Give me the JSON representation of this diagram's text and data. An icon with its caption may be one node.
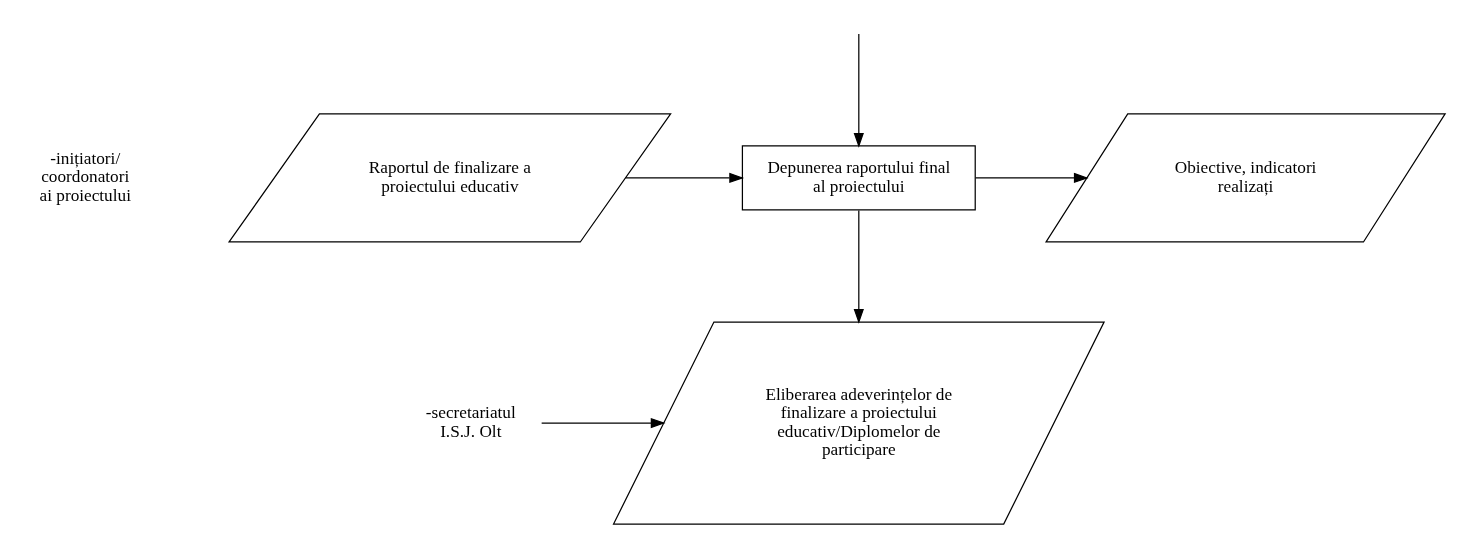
{
  "diagram": {
    "nodes": [
      {
        "text": [
          "Raportul de finalizare a proiectului educativ"
        ]
      },
      {
        "text": [
          "Depunerea raportului final al proiectului"
        ]
      },
      {
        "text": [
          "Obiective, indicatori realizați"
        ]
      },
      {
        "text": [
          "Eliberarea adeverințelor de finalizare a proiectului educativ/Diplomelor de participare"
        ]
      },
      {
        "text": [
          "-secretariatul I.S.J. Olt"
        ]
      }
    ],
    "edges": [
      {
        "from": null,
        "to": 1,
        "arrow": "to"
      },
      {
        "from": 0,
        "to": 1,
        "arrow": "to"
      },
      {
        "from": 1,
        "to": 2,
        "arrow": "to"
      },
      {
        "from": 1,
        "to": 3,
        "arrow": "to"
      },
      {
        "from": 4,
        "to": 3,
        "arrow": "to"
      }
    ],
    "labels": [
      "-inițiatori/ coordonatori ai proiectului"
    ]
  }
}
